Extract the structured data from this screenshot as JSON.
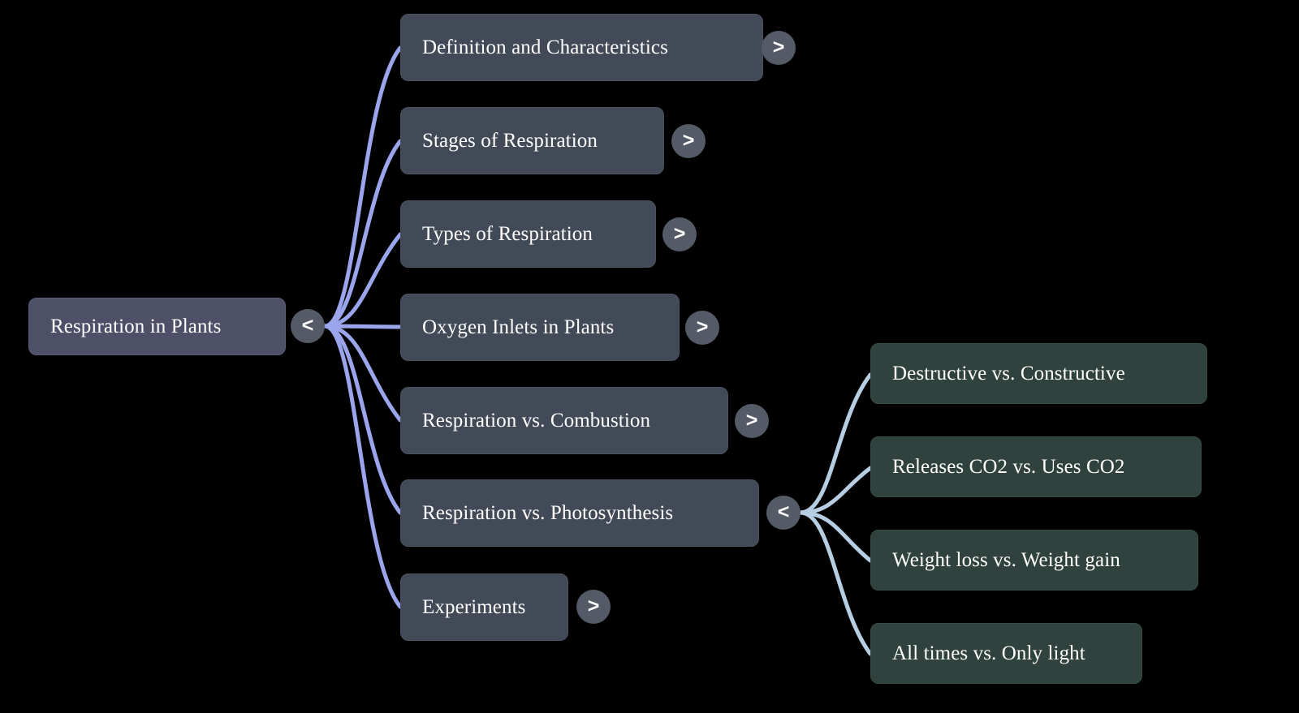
{
  "diagram": {
    "type": "mindmap",
    "background_color": "#000000",
    "root": {
      "label": "Respiration in Plants",
      "color": "#4e5068",
      "toggle": {
        "icon": "chevron-left-icon",
        "symbol": "<",
        "state": "expanded"
      }
    },
    "edge_colors": {
      "level1": "#9aa5ec",
      "level2": "#b6cde2"
    },
    "branch_color": "#434a57",
    "leaf_color": "#2f423e",
    "toggle_color": "#555b66",
    "branches": [
      {
        "label": "Definition and Characteristics",
        "toggle": {
          "icon": "chevron-right-icon",
          "symbol": ">",
          "state": "collapsed"
        }
      },
      {
        "label": "Stages of Respiration",
        "toggle": {
          "icon": "chevron-right-icon",
          "symbol": ">",
          "state": "collapsed"
        }
      },
      {
        "label": "Types of Respiration",
        "toggle": {
          "icon": "chevron-right-icon",
          "symbol": ">",
          "state": "collapsed"
        }
      },
      {
        "label": "Oxygen Inlets in Plants",
        "toggle": {
          "icon": "chevron-right-icon",
          "symbol": ">",
          "state": "collapsed"
        }
      },
      {
        "label": "Respiration vs. Combustion",
        "toggle": {
          "icon": "chevron-right-icon",
          "symbol": ">",
          "state": "collapsed"
        }
      },
      {
        "label": "Respiration vs. Photosynthesis",
        "toggle": {
          "icon": "chevron-left-icon",
          "symbol": "<",
          "state": "expanded"
        }
      },
      {
        "label": "Experiments",
        "toggle": {
          "icon": "chevron-right-icon",
          "symbol": ">",
          "state": "collapsed"
        }
      }
    ],
    "leaves": [
      {
        "label": "Destructive vs. Constructive",
        "parent": "Respiration vs. Photosynthesis"
      },
      {
        "label": "Releases CO2 vs. Uses CO2",
        "parent": "Respiration vs. Photosynthesis"
      },
      {
        "label": "Weight loss vs. Weight gain",
        "parent": "Respiration vs. Photosynthesis"
      },
      {
        "label": "All times vs. Only light",
        "parent": "Respiration vs. Photosynthesis"
      }
    ]
  }
}
